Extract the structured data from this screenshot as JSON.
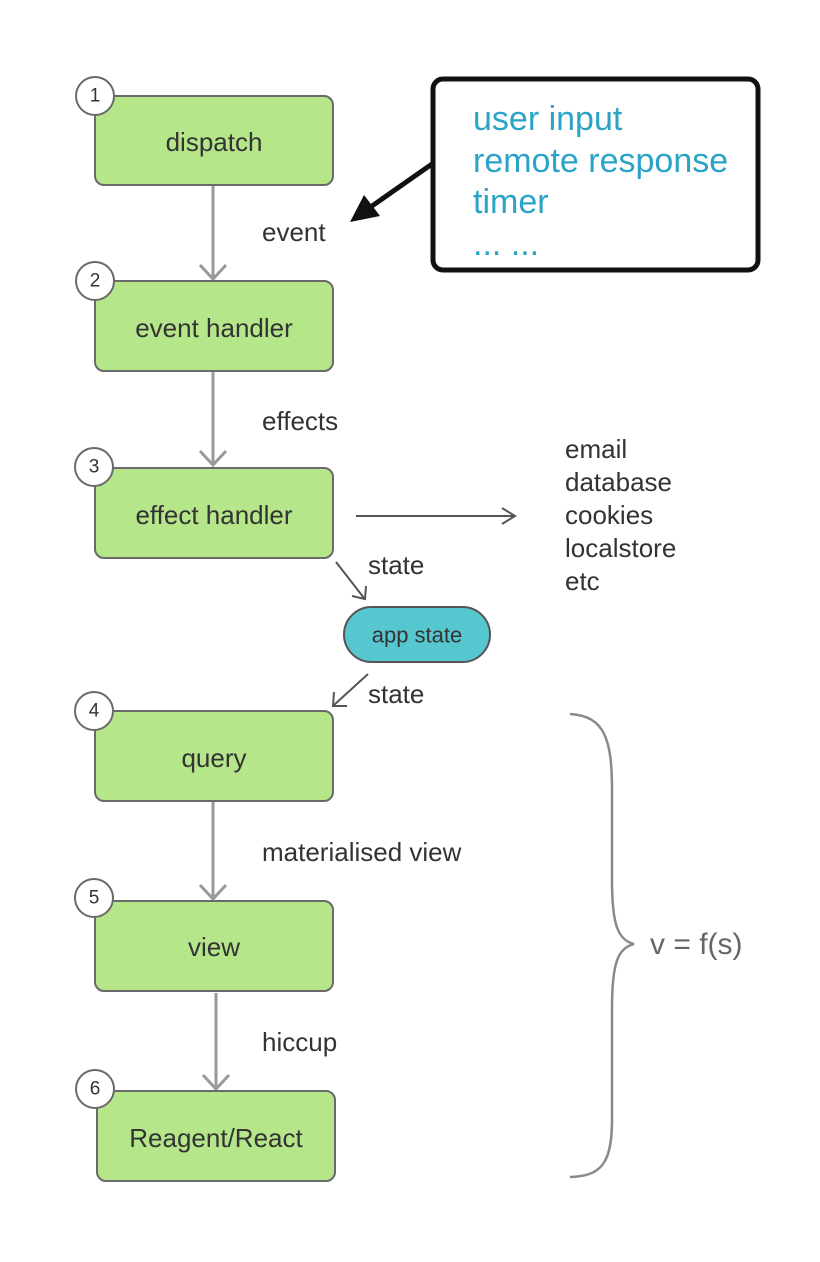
{
  "steps": [
    {
      "number": "1",
      "label": "dispatch"
    },
    {
      "number": "2",
      "label": "event handler"
    },
    {
      "number": "3",
      "label": "effect handler"
    },
    {
      "number": "4",
      "label": "query"
    },
    {
      "number": "5",
      "label": "view"
    },
    {
      "number": "6",
      "label": "Reagent/React"
    }
  ],
  "flow_labels": {
    "event": "event",
    "effects": "effects",
    "state_in": "state",
    "state_out": "state",
    "materialised_view": "materialised view",
    "hiccup": "hiccup"
  },
  "app_state": "app state",
  "callout": {
    "lines": [
      "user input",
      "remote response",
      "timer",
      "... ..."
    ]
  },
  "side_effects": [
    "email",
    "database",
    "cookies",
    "localstore",
    "etc"
  ],
  "formula": "v = f(s)",
  "colors": {
    "step_fill": "#b5e68a",
    "app_state_fill": "#56c6cf",
    "callout_text": "#2aa3c7"
  }
}
